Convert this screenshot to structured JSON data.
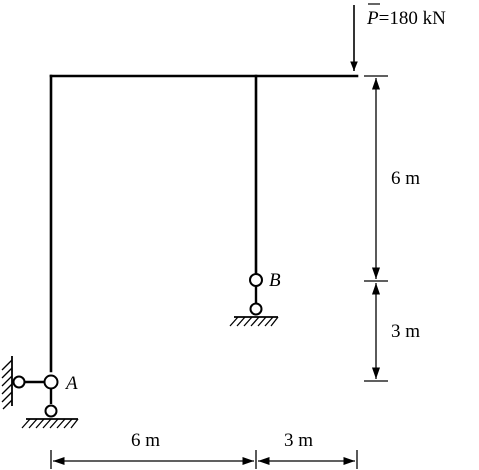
{
  "load": {
    "symbol": "P",
    "value_text": "=180 kN"
  },
  "supports": {
    "a_label": "A",
    "b_label": "B"
  },
  "dimensions": {
    "vertical_upper": "6 m",
    "vertical_lower": "3 m",
    "horizontal_left": "6 m",
    "horizontal_right": "3 m"
  },
  "colors": {
    "stroke": "#000000",
    "background": "#ffffff"
  }
}
